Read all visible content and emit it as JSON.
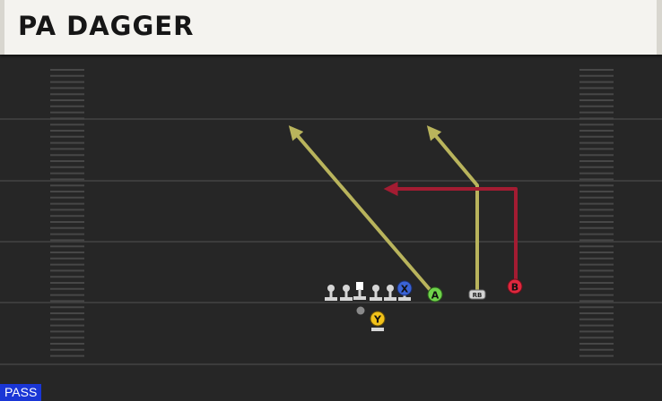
{
  "play": {
    "title": "PA DAGGER",
    "type_badge": "PASS"
  },
  "players": [
    {
      "id": "X",
      "label": "X",
      "role": "receiver",
      "color": "#3a63d6"
    },
    {
      "id": "A",
      "label": "A",
      "role": "receiver",
      "color": "#6fd34a"
    },
    {
      "id": "B",
      "label": "B",
      "role": "receiver",
      "color": "#e0283e"
    },
    {
      "id": "Y",
      "label": "Y",
      "role": "receiver",
      "color": "#f2c21a"
    },
    {
      "id": "RB",
      "label": "RB",
      "role": "running-back",
      "color": "#d4d4d4"
    }
  ],
  "routes": [
    {
      "player": "A",
      "color": "#b9b45c",
      "name": "deep"
    },
    {
      "player": "RB",
      "color": "#b9b45c",
      "name": "wheel"
    },
    {
      "player": "B",
      "color": "#a31c32",
      "name": "dig"
    }
  ],
  "colors": {
    "field": "#262626",
    "yard_line": "#3c3c3c",
    "hash": "#4a4a4a",
    "lineman": "#d6d6d6",
    "title_bar": "#f4f3ef"
  }
}
